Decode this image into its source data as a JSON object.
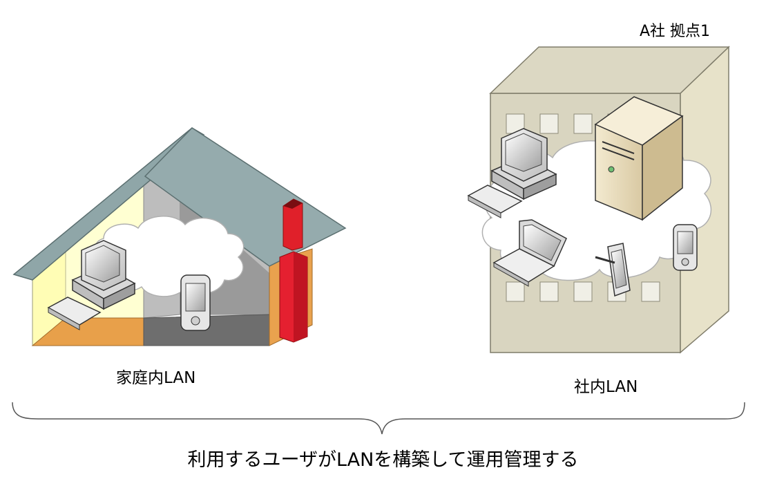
{
  "labels": {
    "site": "A社 拠点1",
    "home_lan": "家庭内LAN",
    "office_lan": "社内LAN",
    "caption": "利用するユーザがLANを構築して運用管理する"
  },
  "colors": {
    "house_wall_left": "#FFFDB5",
    "house_floor": "#E8A04A",
    "house_roof": "#8FA6A8",
    "house_chimney": "#E0202A",
    "building_face": "#D9D5C0",
    "server_body": "#E9DCBE",
    "cloud": "#FFFFFF"
  },
  "icons": {
    "home_devices": [
      "desktop-computer-icon",
      "keyboard-icon",
      "pda-icon"
    ],
    "office_devices": [
      "desktop-computer-icon",
      "keyboard-icon",
      "server-icon",
      "laptop-icon",
      "tablet-icon",
      "pda-icon"
    ]
  }
}
